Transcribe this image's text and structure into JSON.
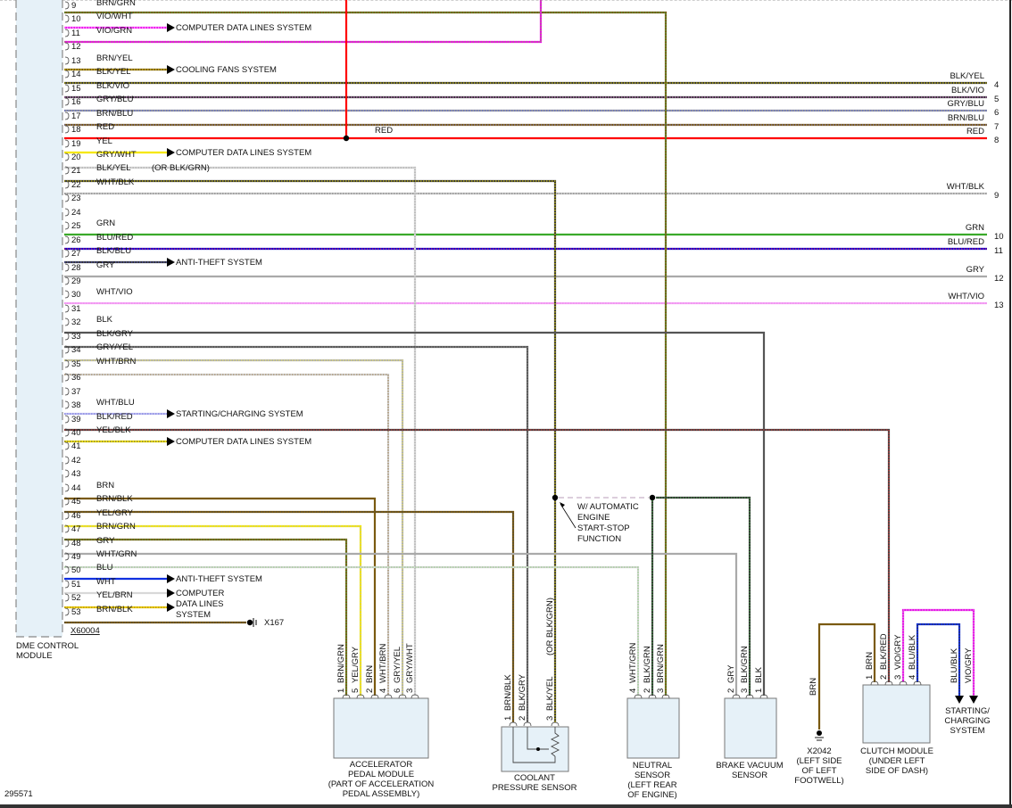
{
  "diagram_id": "295571",
  "dme_module": {
    "label_lines": [
      "DME CONTROL",
      "MODULE"
    ],
    "connector": "X60004"
  },
  "colors": {
    "BRN/GRN": [
      "#7a5a10",
      "#4caf50"
    ],
    "VIO/WHT": [
      "#ee00ee",
      "#ffffff"
    ],
    "VIO/GRN": [
      "#ee00ee",
      "#8bc34a"
    ],
    "BRN/YEL": [
      "#7a5a10",
      "#f0e000"
    ],
    "BLK/YEL": [
      "#333333",
      "#e6d800"
    ],
    "BLK/VIO": [
      "#333333",
      "#ee88ee"
    ],
    "GRY/BLU": [
      "#9a9a9a",
      "#5060e0"
    ],
    "BRN/BLU": [
      "#7a5a10",
      "#8080e0"
    ],
    "RED": [
      "#ff0000",
      "#ff0000"
    ],
    "YEL": [
      "#f5e800",
      "#f5e800"
    ],
    "GRY/WHT": [
      "#bdbdbd",
      "#eeeeee"
    ],
    "WHT/BLK": [
      "#c8c8c8",
      "#777777"
    ],
    "GRN": [
      "#3aaa2a",
      "#3aaa2a"
    ],
    "BLU/RED": [
      "#0000dd",
      "#ff3030"
    ],
    "BLK/BLU": [
      "#333333",
      "#5a60d0"
    ],
    "GRY": [
      "#aaaaaa",
      "#aaaaaa"
    ],
    "WHT/VIO": [
      "#f4a8f4",
      "#f080f0"
    ],
    "BLK": [
      "#555555",
      "#555555"
    ],
    "BLK/GRY": [
      "#555555",
      "#8a8a8a"
    ],
    "GRY/YEL": [
      "#b0b0b0",
      "#f0ea60"
    ],
    "WHT/BRN": [
      "#d0d0d0",
      "#a08050"
    ],
    "WHT/BLU": [
      "#c0c0f0",
      "#7070e0"
    ],
    "BLK/RED": [
      "#444444",
      "#dd3030"
    ],
    "YEL/BLK": [
      "#f0e000",
      "#555555"
    ],
    "BRN": [
      "#7a5a10",
      "#7a5a10"
    ],
    "BRN/BLK": [
      "#7a5a10",
      "#444444"
    ],
    "YEL/GRY": [
      "#f5e800",
      "#bbbbbb"
    ],
    "WHT/GRN": [
      "#d4d4d4",
      "#90d080"
    ],
    "BLU": [
      "#1030e0",
      "#1030e0"
    ],
    "WHT": [
      "#d8d8d8",
      "#d8d8d8"
    ],
    "YEL/BRN": [
      "#f0d000",
      "#9a7a20"
    ],
    "VIO/GRY": [
      "#ee00ee",
      "#cccccc"
    ],
    "BLU/BLK": [
      "#1030e0",
      "#333333"
    ],
    "BLK/GRN": [
      "#333333",
      "#4caf50"
    ]
  },
  "pins": [
    {
      "num": "9",
      "wire": "BRN/GRN"
    },
    {
      "num": "10",
      "wire": "VIO/WHT"
    },
    {
      "num": "11",
      "wire": "VIO/GRN"
    },
    {
      "num": "12",
      "wire": ""
    },
    {
      "num": "13",
      "wire": "BRN/YEL"
    },
    {
      "num": "14",
      "wire": "BLK/YEL"
    },
    {
      "num": "15",
      "wire": "BLK/VIO"
    },
    {
      "num": "16",
      "wire": "GRY/BLU"
    },
    {
      "num": "17",
      "wire": "BRN/BLU"
    },
    {
      "num": "18",
      "wire": "RED"
    },
    {
      "num": "19",
      "wire": "YEL"
    },
    {
      "num": "20",
      "wire": "GRY/WHT"
    },
    {
      "num": "21",
      "wire": "BLK/YEL",
      "note": "(OR BLK/GRN)"
    },
    {
      "num": "22",
      "wire": "WHT/BLK"
    },
    {
      "num": "23",
      "wire": ""
    },
    {
      "num": "24",
      "wire": ""
    },
    {
      "num": "25",
      "wire": "GRN"
    },
    {
      "num": "26",
      "wire": "BLU/RED"
    },
    {
      "num": "27",
      "wire": "BLK/BLU"
    },
    {
      "num": "28",
      "wire": "GRY"
    },
    {
      "num": "29",
      "wire": ""
    },
    {
      "num": "30",
      "wire": "WHT/VIO"
    },
    {
      "num": "31",
      "wire": ""
    },
    {
      "num": "32",
      "wire": "BLK"
    },
    {
      "num": "33",
      "wire": "BLK/GRY"
    },
    {
      "num": "34",
      "wire": "GRY/YEL"
    },
    {
      "num": "35",
      "wire": "WHT/BRN"
    },
    {
      "num": "36",
      "wire": ""
    },
    {
      "num": "37",
      "wire": ""
    },
    {
      "num": "38",
      "wire": "WHT/BLU"
    },
    {
      "num": "39",
      "wire": "BLK/RED"
    },
    {
      "num": "40",
      "wire": "YEL/BLK"
    },
    {
      "num": "41",
      "wire": ""
    },
    {
      "num": "42",
      "wire": ""
    },
    {
      "num": "43",
      "wire": ""
    },
    {
      "num": "44",
      "wire": "BRN"
    },
    {
      "num": "45",
      "wire": "BRN/BLK"
    },
    {
      "num": "46",
      "wire": "YEL/GRY"
    },
    {
      "num": "47",
      "wire": "BRN/GRN"
    },
    {
      "num": "48",
      "wire": "GRY"
    },
    {
      "num": "49",
      "wire": "WHT/GRN"
    },
    {
      "num": "50",
      "wire": "BLU"
    },
    {
      "num": "51",
      "wire": "WHT"
    },
    {
      "num": "52",
      "wire": "YEL/BRN"
    },
    {
      "num": "53",
      "wire": "BRN/BLK"
    }
  ],
  "system_arrows": [
    {
      "pins": [
        "10",
        "11"
      ],
      "from": "10",
      "label_lines": [
        "COMPUTER DATA LINES SYSTEM"
      ]
    },
    {
      "pins": [
        "13",
        "14"
      ],
      "from": "13",
      "label_lines": [
        "COOLING FANS SYSTEM"
      ]
    },
    {
      "pins": [
        "19",
        "20"
      ],
      "from": "19",
      "label_lines": [
        "COMPUTER DATA LINES SYSTEM"
      ]
    },
    {
      "pins": [
        "27",
        "28"
      ],
      "from": "27",
      "label_lines": [
        "ANTI-THEFT SYSTEM"
      ]
    },
    {
      "pins": [
        "38",
        "39"
      ],
      "from": "38",
      "label_lines": [
        "STARTING/CHARGING SYSTEM"
      ]
    },
    {
      "pins": [
        "40",
        "41"
      ],
      "from": "40",
      "label_lines": [
        "COMPUTER DATA LINES SYSTEM"
      ]
    },
    {
      "pins": [
        "50",
        "51"
      ],
      "from": "50",
      "label_lines": [
        "ANTI-THEFT SYSTEM"
      ]
    },
    {
      "pins": [
        "51",
        "52"
      ],
      "from": "51",
      "label_lines": [
        "COMPUTER",
        "DATA LINES",
        "SYSTEM"
      ],
      "from2": "52"
    }
  ],
  "offpage_right": [
    {
      "pin": "14",
      "wire": "BLK/YEL",
      "ref": "4"
    },
    {
      "pin": "15",
      "wire": "BLK/VIO",
      "ref": "5"
    },
    {
      "pin": "16",
      "wire": "GRY/BLU",
      "ref": "6"
    },
    {
      "pin": "17",
      "wire": "BRN/BLU",
      "ref": "7"
    },
    {
      "pin": "18",
      "wire": "RED",
      "ref": "8"
    },
    {
      "pin": "22",
      "wire": "WHT/BLK",
      "ref": "9"
    },
    {
      "pin": "25",
      "wire": "GRN",
      "ref": "10"
    },
    {
      "pin": "26",
      "wire": "BLU/RED",
      "ref": "11"
    },
    {
      "pin": "28",
      "wire": "GRY",
      "ref": "12"
    },
    {
      "pin": "30",
      "wire": "WHT/VIO",
      "ref": "13"
    }
  ],
  "red_splice_label": "RED",
  "ground_x167": "X167",
  "start_stop_note": [
    "W/ AUTOMATIC",
    "ENGINE",
    "START-STOP",
    "FUNCTION"
  ],
  "components": {
    "accelerator": {
      "label_lines": [
        "ACCELERATOR",
        "PEDAL MODULE",
        "(PART OF ACCELERATION",
        "PEDAL ASSEMBLY)"
      ],
      "pins": [
        {
          "n": "1",
          "wire": "BRN/GRN"
        },
        {
          "n": "5",
          "wire": "YEL/GRY"
        },
        {
          "n": "2",
          "wire": "BRN"
        },
        {
          "n": "4",
          "wire": "WHT/BRN"
        },
        {
          "n": "6",
          "wire": "GRY/YEL"
        },
        {
          "n": "3",
          "wire": "GRY/WHT"
        }
      ]
    },
    "coolant": {
      "label_lines": [
        "COOLANT",
        "PRESSURE SENSOR"
      ],
      "pins": [
        {
          "n": "1",
          "wire": "BRN/BLK"
        },
        {
          "n": "2",
          "wire": "BLK/GRY"
        },
        {
          "n": "3",
          "wire": "BLK/YEL",
          "note": "(OR BLK/GRN)"
        }
      ]
    },
    "neutral": {
      "label_lines": [
        "NEUTRAL",
        "SENSOR",
        "(LEFT REAR",
        "OF ENGINE)"
      ],
      "pins": [
        {
          "n": "4",
          "wire": "WHT/GRN"
        },
        {
          "n": "2",
          "wire": "BLK/GRN"
        },
        {
          "n": "3",
          "wire": "BRN/GRN"
        }
      ]
    },
    "brake": {
      "label_lines": [
        "BRAKE VACUUM",
        "SENSOR"
      ],
      "pins": [
        {
          "n": "2",
          "wire": "GRY"
        },
        {
          "n": "3",
          "wire": "BLK/GRN"
        },
        {
          "n": "1",
          "wire": "BLK"
        }
      ]
    },
    "ground_x2042": {
      "wire": "BRN",
      "label_lines": [
        "X2042",
        "(LEFT SIDE",
        "OF LEFT",
        "FOOTWELL)"
      ]
    },
    "clutch": {
      "label_lines": [
        "CLUTCH MODULE",
        "(UNDER LEFT",
        "SIDE OF DASH)"
      ],
      "pins": [
        {
          "n": "1",
          "wire": "BRN"
        },
        {
          "n": "2",
          "wire": "BLK/RED"
        },
        {
          "n": "3",
          "wire": "VIO/GRY"
        },
        {
          "n": "4",
          "wire": "BLU/BLK"
        }
      ]
    },
    "starting_charging": {
      "wires": [
        "BLU/BLK",
        "VIO/GRY"
      ],
      "label_lines": [
        "STARTING/",
        "CHARGING",
        "SYSTEM"
      ]
    }
  }
}
